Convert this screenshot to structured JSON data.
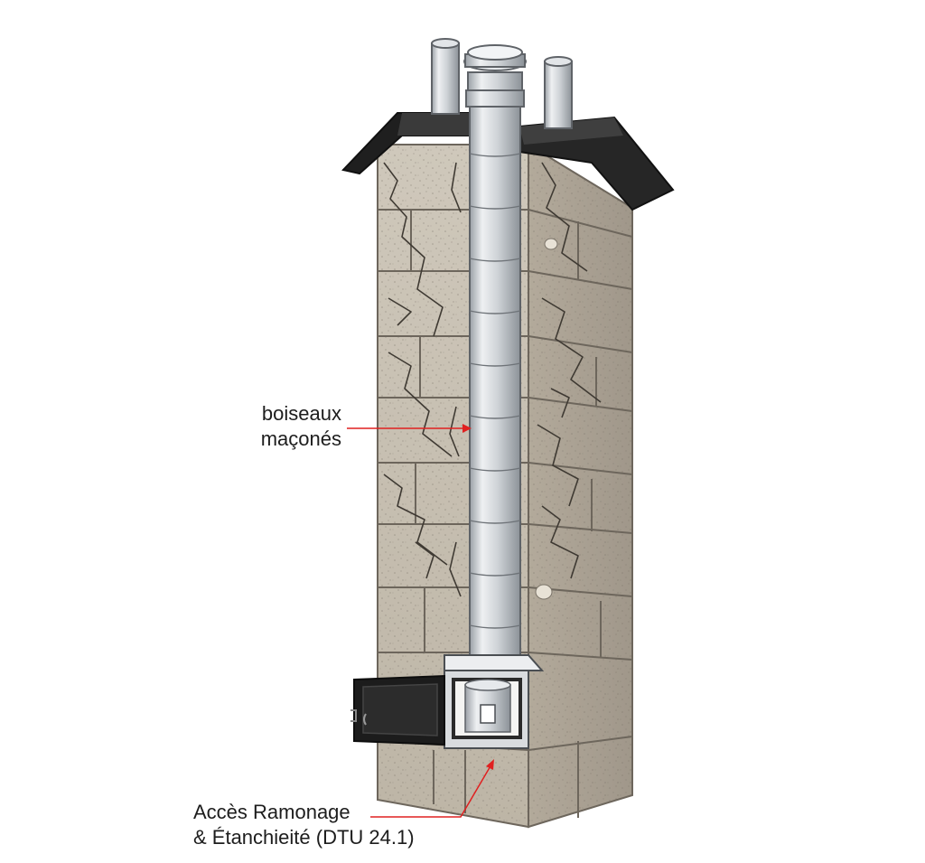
{
  "labels": {
    "boiseaux_line1": "boiseaux",
    "boiseaux_line2": "maçonés",
    "acces_line1": "Accès Ramonage",
    "acces_line2": "& Étanchieité (DTU 24.1)"
  },
  "colors": {
    "leader": "#e02020",
    "stone": "#c9c1b3",
    "stone_dark": "#a79d8d",
    "mortar": "#8c8478",
    "cap": "#2a2a2a",
    "steel": "#d2d5d8",
    "steel_dark": "#9aa0a6"
  }
}
